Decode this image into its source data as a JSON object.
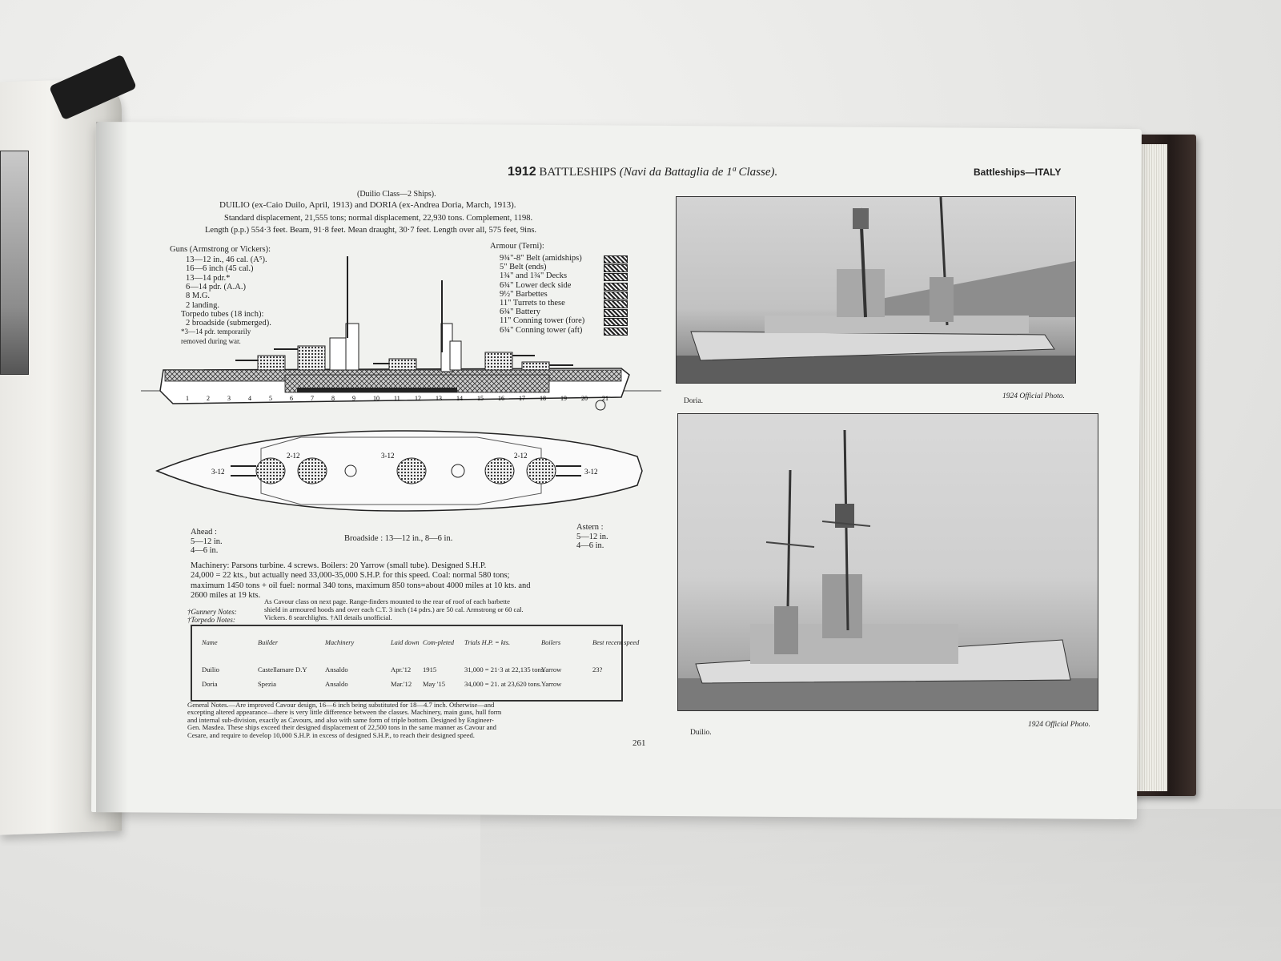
{
  "header": {
    "year": "1912",
    "title": "BATTLESHIPS",
    "subtitle": "(Navi da Battaglia de 1ª Classe).",
    "corner": "Battleships—ITALY"
  },
  "intro": {
    "class_line": "(Duilio Class—2 Ships).",
    "names_line": "DUILIO (ex-Caio Duilo, April, 1913) and DORIA (ex-Andrea Doria, March, 1913).",
    "displacement_line": "Standard displacement, 21,555 tons; normal displacement, 22,930 tons. Complement, 1198.",
    "length_line": "Length (p.p.) 554·3 feet. Beam, 91·8 feet. Mean draught, 30·7 feet. Length over all, 575 feet, 9ins."
  },
  "guns": {
    "heading": "Guns (Armstrong or Vickers):",
    "items": [
      "13—12 in., 46 cal. (A⁵).",
      "16—6 inch (45 cal.)",
      "13—14 pdr.*",
      "6—14 pdr. (A.A.)",
      "8 M.G.",
      "2 landing.",
      "Torpedo tubes (18 inch):",
      "2 broadside (submerged).",
      "*3—14 pdr. temporarily",
      "removed during war."
    ]
  },
  "armour": {
    "heading": "Armour (Terni):",
    "items": [
      "9¾\"-8\" Belt (amidships)",
      "5\" Belt (ends)",
      "1¾\" and 1¾\" Decks",
      "6¾\" Lower deck side",
      "9½\" Barbettes",
      "11\" Turrets to these",
      "6¾\" Battery",
      "11\" Conning tower (fore)",
      "6¾\" Conning tower (aft)"
    ]
  },
  "plan_labels": {
    "ahead": [
      "Ahead :",
      "5—12 in.",
      "4—6 in."
    ],
    "broadside": "Broadside : 13—12 in., 8—6 in.",
    "astern": [
      "Astern :",
      "5—12 in.",
      "4—6 in."
    ],
    "turret_labels": [
      "3-12",
      "2-12",
      "3-12",
      "2-12",
      "3-12"
    ]
  },
  "machinery": {
    "lines": [
      "Machinery: Parsons turbine. 4 screws. Boilers: 20 Yarrow (small tube). Designed S.H.P.",
      "24,000 = 22 kts., but actually need 33,000-35,000 S.H.P. for this speed. Coal: normal 580 tons;",
      "maximum 1450 tons + oil fuel: normal 340 tons, maximum 850 tons=about 4000 miles at 10 kts. and",
      "2600 miles at 19 kts."
    ]
  },
  "notes": {
    "gunnery_label": "†Gunnery Notes:",
    "torpedo_label": "†Torpedo Notes:",
    "lines": [
      "As Cavour class on next page. Range-finders mounted to the rear of roof of each barbette",
      "shield in armoured hoods and over each C.T. 3 inch (14 pdrs.) are 50 cal. Armstrong or 60 cal.",
      "Vickers. 8 searchlights. †All details unofficial."
    ]
  },
  "table": {
    "headers": [
      "Name",
      "Builder",
      "Machinery",
      "Laid down",
      "Com-pleted",
      "Trials H.P. = kts.",
      "Boilers",
      "Best recent speed"
    ],
    "rows": [
      [
        "Duilio",
        "Castellamare D.Y",
        "Ansaldo",
        "Apr.'12",
        "1915",
        "31,000 = 21·3 at 22,135 tons",
        "Yarrow",
        "23?"
      ],
      [
        "Doria",
        "Spezia",
        "Ansaldo",
        "Mar.'12",
        "May '15",
        "34,000 = 21. at 23,620 tons.",
        "Yarrow",
        ""
      ]
    ]
  },
  "general_notes": {
    "lines": [
      "General Notes.—Are improved Cavour design, 16—6 inch being substituted for 18—4.7 inch. Otherwise—and",
      "excepting altered appearance—there is very little difference between the classes. Machinery, main guns, hull form",
      "and internal sub-division, exactly as Cavours, and also with same form of triple bottom. Designed by Engineer-",
      "Gen. Masdea. These ships exceed their designed displacement of 22,500 tons in the same manner as Cavour and",
      "Cesare, and require to develop 10,000 S.H.P. in excess of designed S.H.P., to reach their designed speed."
    ]
  },
  "page_number": "261",
  "photos": {
    "top_caption": "Doria.",
    "top_credit": "1924 Official Photo.",
    "bottom_caption": "Duilio.",
    "bottom_credit": "1924 Official Photo."
  },
  "compartments": [
    "1",
    "2",
    "3",
    "4",
    "5",
    "6",
    "7",
    "8",
    "9",
    "10",
    "11",
    "12",
    "13",
    "14",
    "15",
    "16",
    "17",
    "18",
    "19",
    "20",
    "21"
  ]
}
